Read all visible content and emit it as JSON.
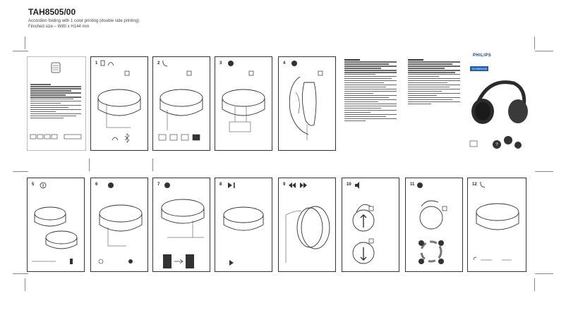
{
  "doc": {
    "title": "TAH8505/00",
    "subtitle_line1": "Accordion folding with 1 color printing (double side printing)",
    "subtitle_line2": "Finished size – W80 x H144 mm"
  },
  "cover": {
    "brand": "PHILIPS",
    "model": "TAH8505/00"
  },
  "steps": {
    "top": [
      "1",
      "2",
      "3",
      "4"
    ],
    "bottom": [
      "5",
      "6",
      "7",
      "8",
      "9",
      "10",
      "11",
      "12"
    ]
  },
  "icons": [
    "bluetooth-icon",
    "power-icon",
    "phone-icon",
    "headphone-icon",
    "play-pause-icon",
    "volume-icon",
    "skip-icon",
    "usb-icon"
  ],
  "colors": {
    "line": "#333333",
    "accent": "#1f5fae",
    "headphone": "#2b2b2b"
  }
}
